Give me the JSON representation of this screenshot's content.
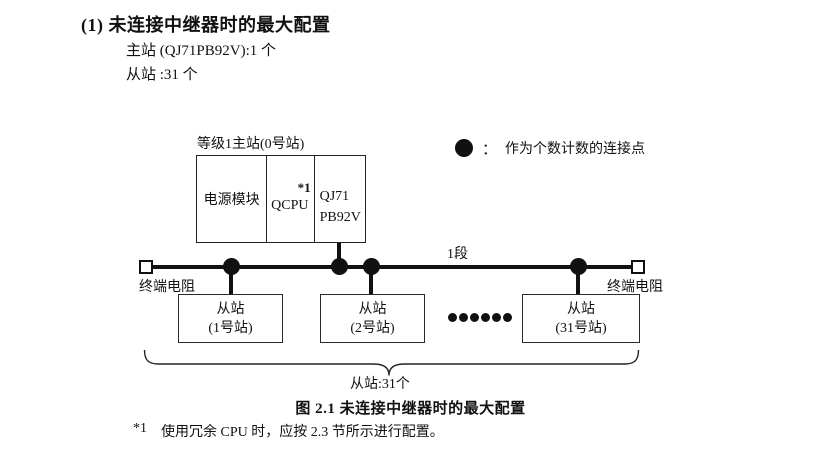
{
  "colors": {
    "ink": "#111111",
    "background": "#ffffff"
  },
  "header": {
    "title": "(1) 未连接中继器时的最大配置",
    "master_count": "主站 (QJ71PB92V):1 个",
    "slave_count": "从站 :31 个"
  },
  "diagram": {
    "master_station": {
      "label": "等级1主站(0号站)",
      "modules": {
        "power": "电源模块",
        "cpu": "QCPU",
        "cpu_footnote_ref": "*1",
        "network_line1": "QJ71",
        "network_line2": "PB92V"
      }
    },
    "legend": {
      "separator": "：",
      "text": "作为个数计数的连接点"
    },
    "segment_label": "1段",
    "terminators": {
      "left": "终端电阻",
      "right": "终端电阻"
    },
    "slaves": [
      {
        "name": "从站",
        "station": "(1号站)"
      },
      {
        "name": "从站",
        "station": "(2号站)"
      },
      {
        "name": "从站",
        "station": "(31号站)"
      }
    ],
    "slave_total_label": "从站:31个"
  },
  "caption": "图 2.1 未连接中继器时的最大配置",
  "footnote": {
    "marker": "*1",
    "text": "使用冗余 CPU 时，应按 2.3 节所示进行配置。"
  }
}
